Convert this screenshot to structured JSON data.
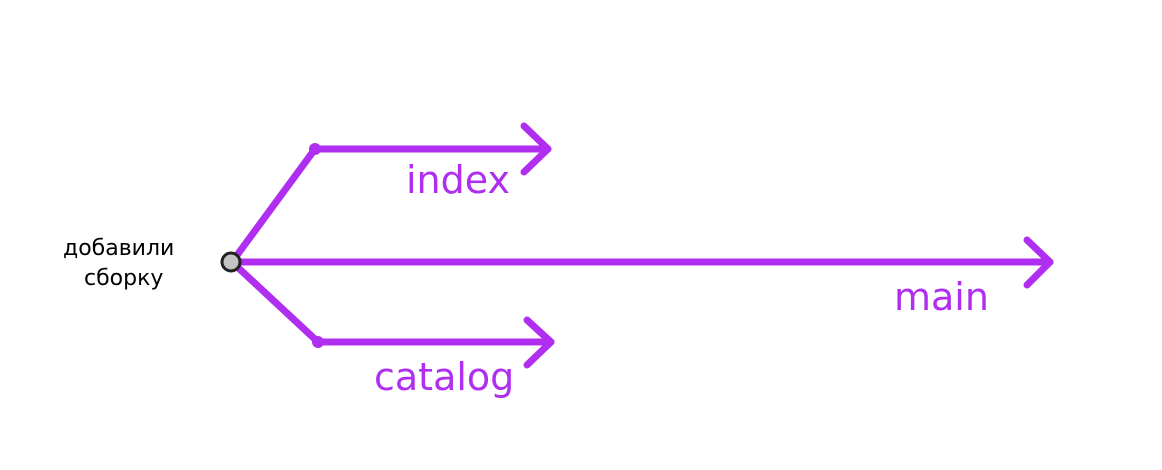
{
  "colors": {
    "branch": "#b02ef0",
    "commit_fill": "#c4c4c4",
    "commit_stroke": "#222222",
    "text": "#000000"
  },
  "commit": {
    "label_lines": [
      "добавили",
      "сборку"
    ]
  },
  "branches": [
    {
      "name": "index"
    },
    {
      "name": "main"
    },
    {
      "name": "catalog"
    }
  ]
}
